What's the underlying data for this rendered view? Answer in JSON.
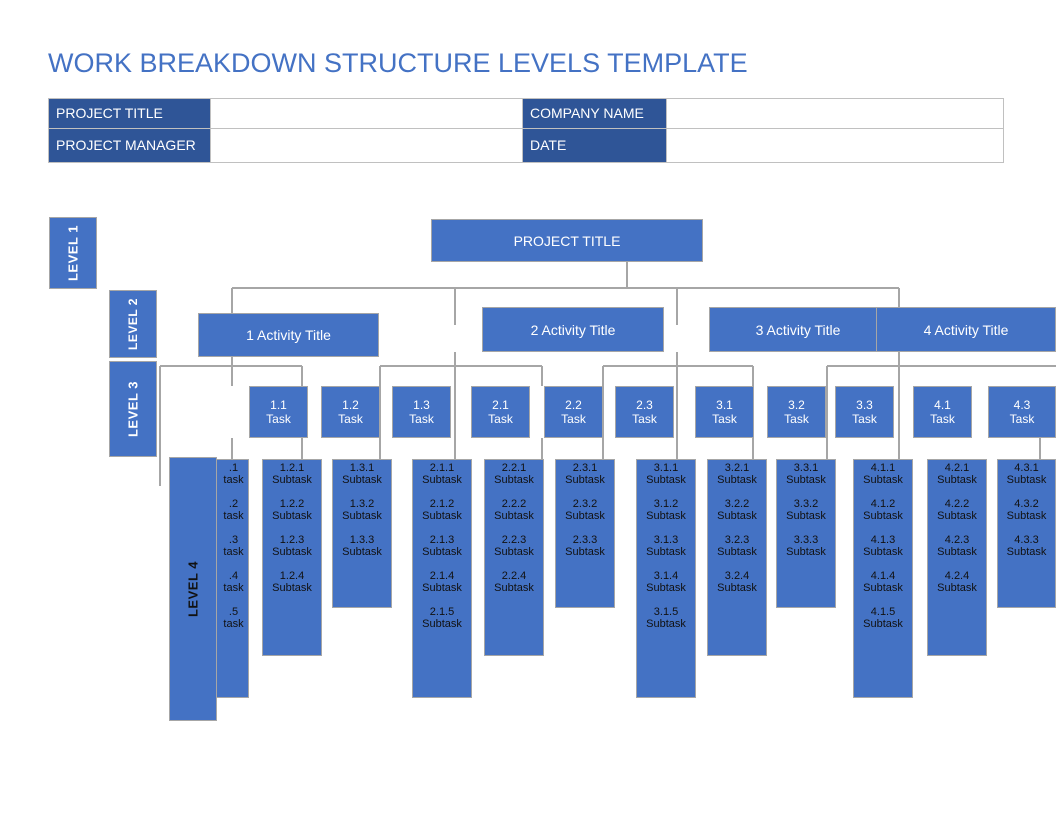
{
  "title": "WORK BREAKDOWN STRUCTURE LEVELS TEMPLATE",
  "info": {
    "project_title_label": "PROJECT TITLE",
    "project_manager_label": "PROJECT MANAGER",
    "company_name_label": "COMPANY NAME",
    "date_label": "DATE",
    "project_title_value": "",
    "project_manager_value": "",
    "company_name_value": "",
    "date_value": ""
  },
  "levels": {
    "level1": "LEVEL 1",
    "level2": "LEVEL 2",
    "level3": "LEVEL 3",
    "level4": "LEVEL 4"
  },
  "root": "PROJECT TITLE",
  "activities": [
    "1 Activity Title",
    "2 Activity Title",
    "3 Activity Title",
    "4 Activity Title"
  ],
  "tasks": [
    {
      "num": "1.1",
      "label": "Task"
    },
    {
      "num": "1.2",
      "label": "Task"
    },
    {
      "num": "1.3",
      "label": "Task"
    },
    {
      "num": "2.1",
      "label": "Task"
    },
    {
      "num": "2.2",
      "label": "Task"
    },
    {
      "num": "2.3",
      "label": "Task"
    },
    {
      "num": "3.1",
      "label": "Task"
    },
    {
      "num": "3.2",
      "label": "Task"
    },
    {
      "num": "3.3",
      "label": "Task"
    },
    {
      "num": "4.1",
      "label": "Task"
    },
    {
      "num": "4.3",
      "label": "Task"
    }
  ],
  "subtask_label": "Subtask",
  "subtask_label_partial": "task",
  "subtasks": [
    {
      "task": "1.1",
      "items": [
        ".1",
        ".2",
        ".3",
        ".4",
        ".5"
      ]
    },
    {
      "task": "1.2",
      "items": [
        "1.2.1",
        "1.2.2",
        "1.2.3",
        "1.2.4"
      ]
    },
    {
      "task": "1.3",
      "items": [
        "1.3.1",
        "1.3.2",
        "1.3.3"
      ]
    },
    {
      "task": "2.1",
      "items": [
        "2.1.1",
        "2.1.2",
        "2.1.3",
        "2.1.4",
        "2.1.5"
      ]
    },
    {
      "task": "2.2",
      "items": [
        "2.2.1",
        "2.2.2",
        "2.2.3",
        "2.2.4"
      ]
    },
    {
      "task": "2.3",
      "items": [
        "2.3.1",
        "2.3.2",
        "2.3.3"
      ]
    },
    {
      "task": "3.1",
      "items": [
        "3.1.1",
        "3.1.2",
        "3.1.3",
        "3.1.4",
        "3.1.5"
      ]
    },
    {
      "task": "3.2",
      "items": [
        "3.2.1",
        "3.2.2",
        "3.2.3",
        "3.2.4"
      ]
    },
    {
      "task": "3.3",
      "items": [
        "3.3.1",
        "3.3.2",
        "3.3.3"
      ]
    },
    {
      "task": "4.1",
      "items": [
        "4.1.1",
        "4.1.2",
        "4.1.3",
        "4.1.4",
        "4.1.5"
      ]
    },
    {
      "task": "4.2",
      "items": [
        "4.2.1",
        "4.2.2",
        "4.2.3",
        "4.2.4"
      ]
    },
    {
      "task": "4.3",
      "items": [
        "4.3.1",
        "4.3.2",
        "4.3.3"
      ]
    }
  ],
  "colors": {
    "title": "#4472c4",
    "header_fill": "#2f5597",
    "box_fill": "#4472c4",
    "connector": "#a6a6a6"
  }
}
